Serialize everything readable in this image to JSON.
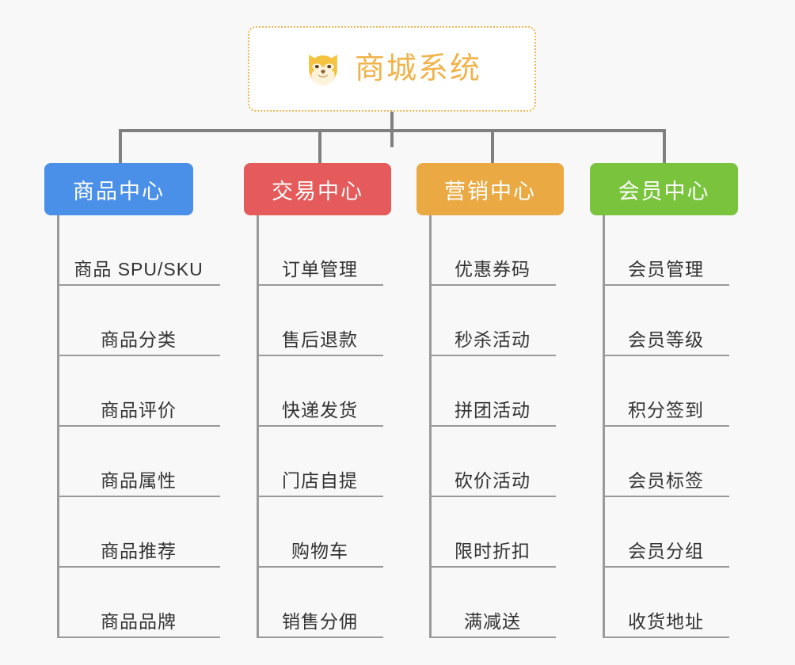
{
  "background_color": "#f8f8f8",
  "root": {
    "title": "商城系统",
    "icon": "shiba-inu-dog-face-emoji",
    "text_color": "#f0b34a",
    "border_color": "#f0b752",
    "background_color": "#ffffff"
  },
  "connector_color": "#808080",
  "leaf_line_color": "#9a9a9a",
  "columns": [
    {
      "title": "商品中心",
      "color": "#4a90e8",
      "items": [
        {
          "label": "商品 SPU/SKU"
        },
        {
          "label": "商品分类"
        },
        {
          "label": "商品评价"
        },
        {
          "label": "商品属性"
        },
        {
          "label": "商品推荐"
        },
        {
          "label": "商品品牌"
        }
      ]
    },
    {
      "title": "交易中心",
      "color": "#e55b5b",
      "items": [
        {
          "label": "订单管理"
        },
        {
          "label": "售后退款"
        },
        {
          "label": "快递发货"
        },
        {
          "label": "门店自提"
        },
        {
          "label": "购物车"
        },
        {
          "label": "销售分佣"
        }
      ]
    },
    {
      "title": "营销中心",
      "color": "#eaa943",
      "items": [
        {
          "label": "优惠券码"
        },
        {
          "label": "秒杀活动"
        },
        {
          "label": "拼团活动"
        },
        {
          "label": "砍价活动"
        },
        {
          "label": "限时折扣"
        },
        {
          "label": "满减送"
        }
      ]
    },
    {
      "title": "会员中心",
      "color": "#79c43c",
      "items": [
        {
          "label": "会员管理"
        },
        {
          "label": "会员等级"
        },
        {
          "label": "积分签到"
        },
        {
          "label": "会员标签"
        },
        {
          "label": "会员分组"
        },
        {
          "label": "收货地址"
        }
      ]
    }
  ]
}
